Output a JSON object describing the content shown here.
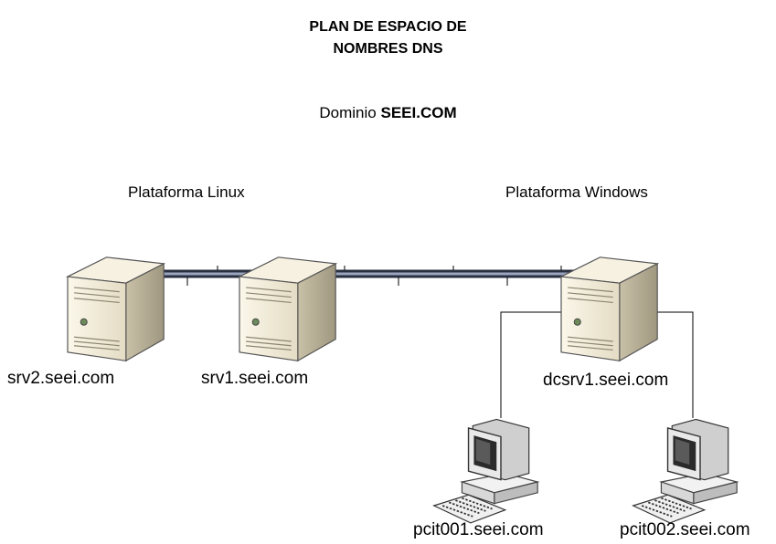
{
  "title": {
    "line1": "PLAN DE ESPACIO DE",
    "line2": "NOMBRES DNS"
  },
  "domain": {
    "prefix": "Dominio ",
    "name": "SEEI.COM"
  },
  "platforms": {
    "linux": "Plataforma Linux",
    "windows": "Plataforma Windows"
  },
  "nodes": {
    "srv2": "srv2.seei.com",
    "srv1": "srv1.seei.com",
    "dcsrv1": "dcsrv1.seei.com",
    "pcit001": "pcit001.seei.com",
    "pcit002": "pcit002.seei.com"
  },
  "icons": {
    "server": "server-tower-icon",
    "workstation": "desktop-computer-icon"
  },
  "colors": {
    "cable_outer": "#2a3040",
    "cable_inner": "#9aa6bf",
    "server_body": "#efe8d4",
    "server_shade": "#a79f8a"
  }
}
